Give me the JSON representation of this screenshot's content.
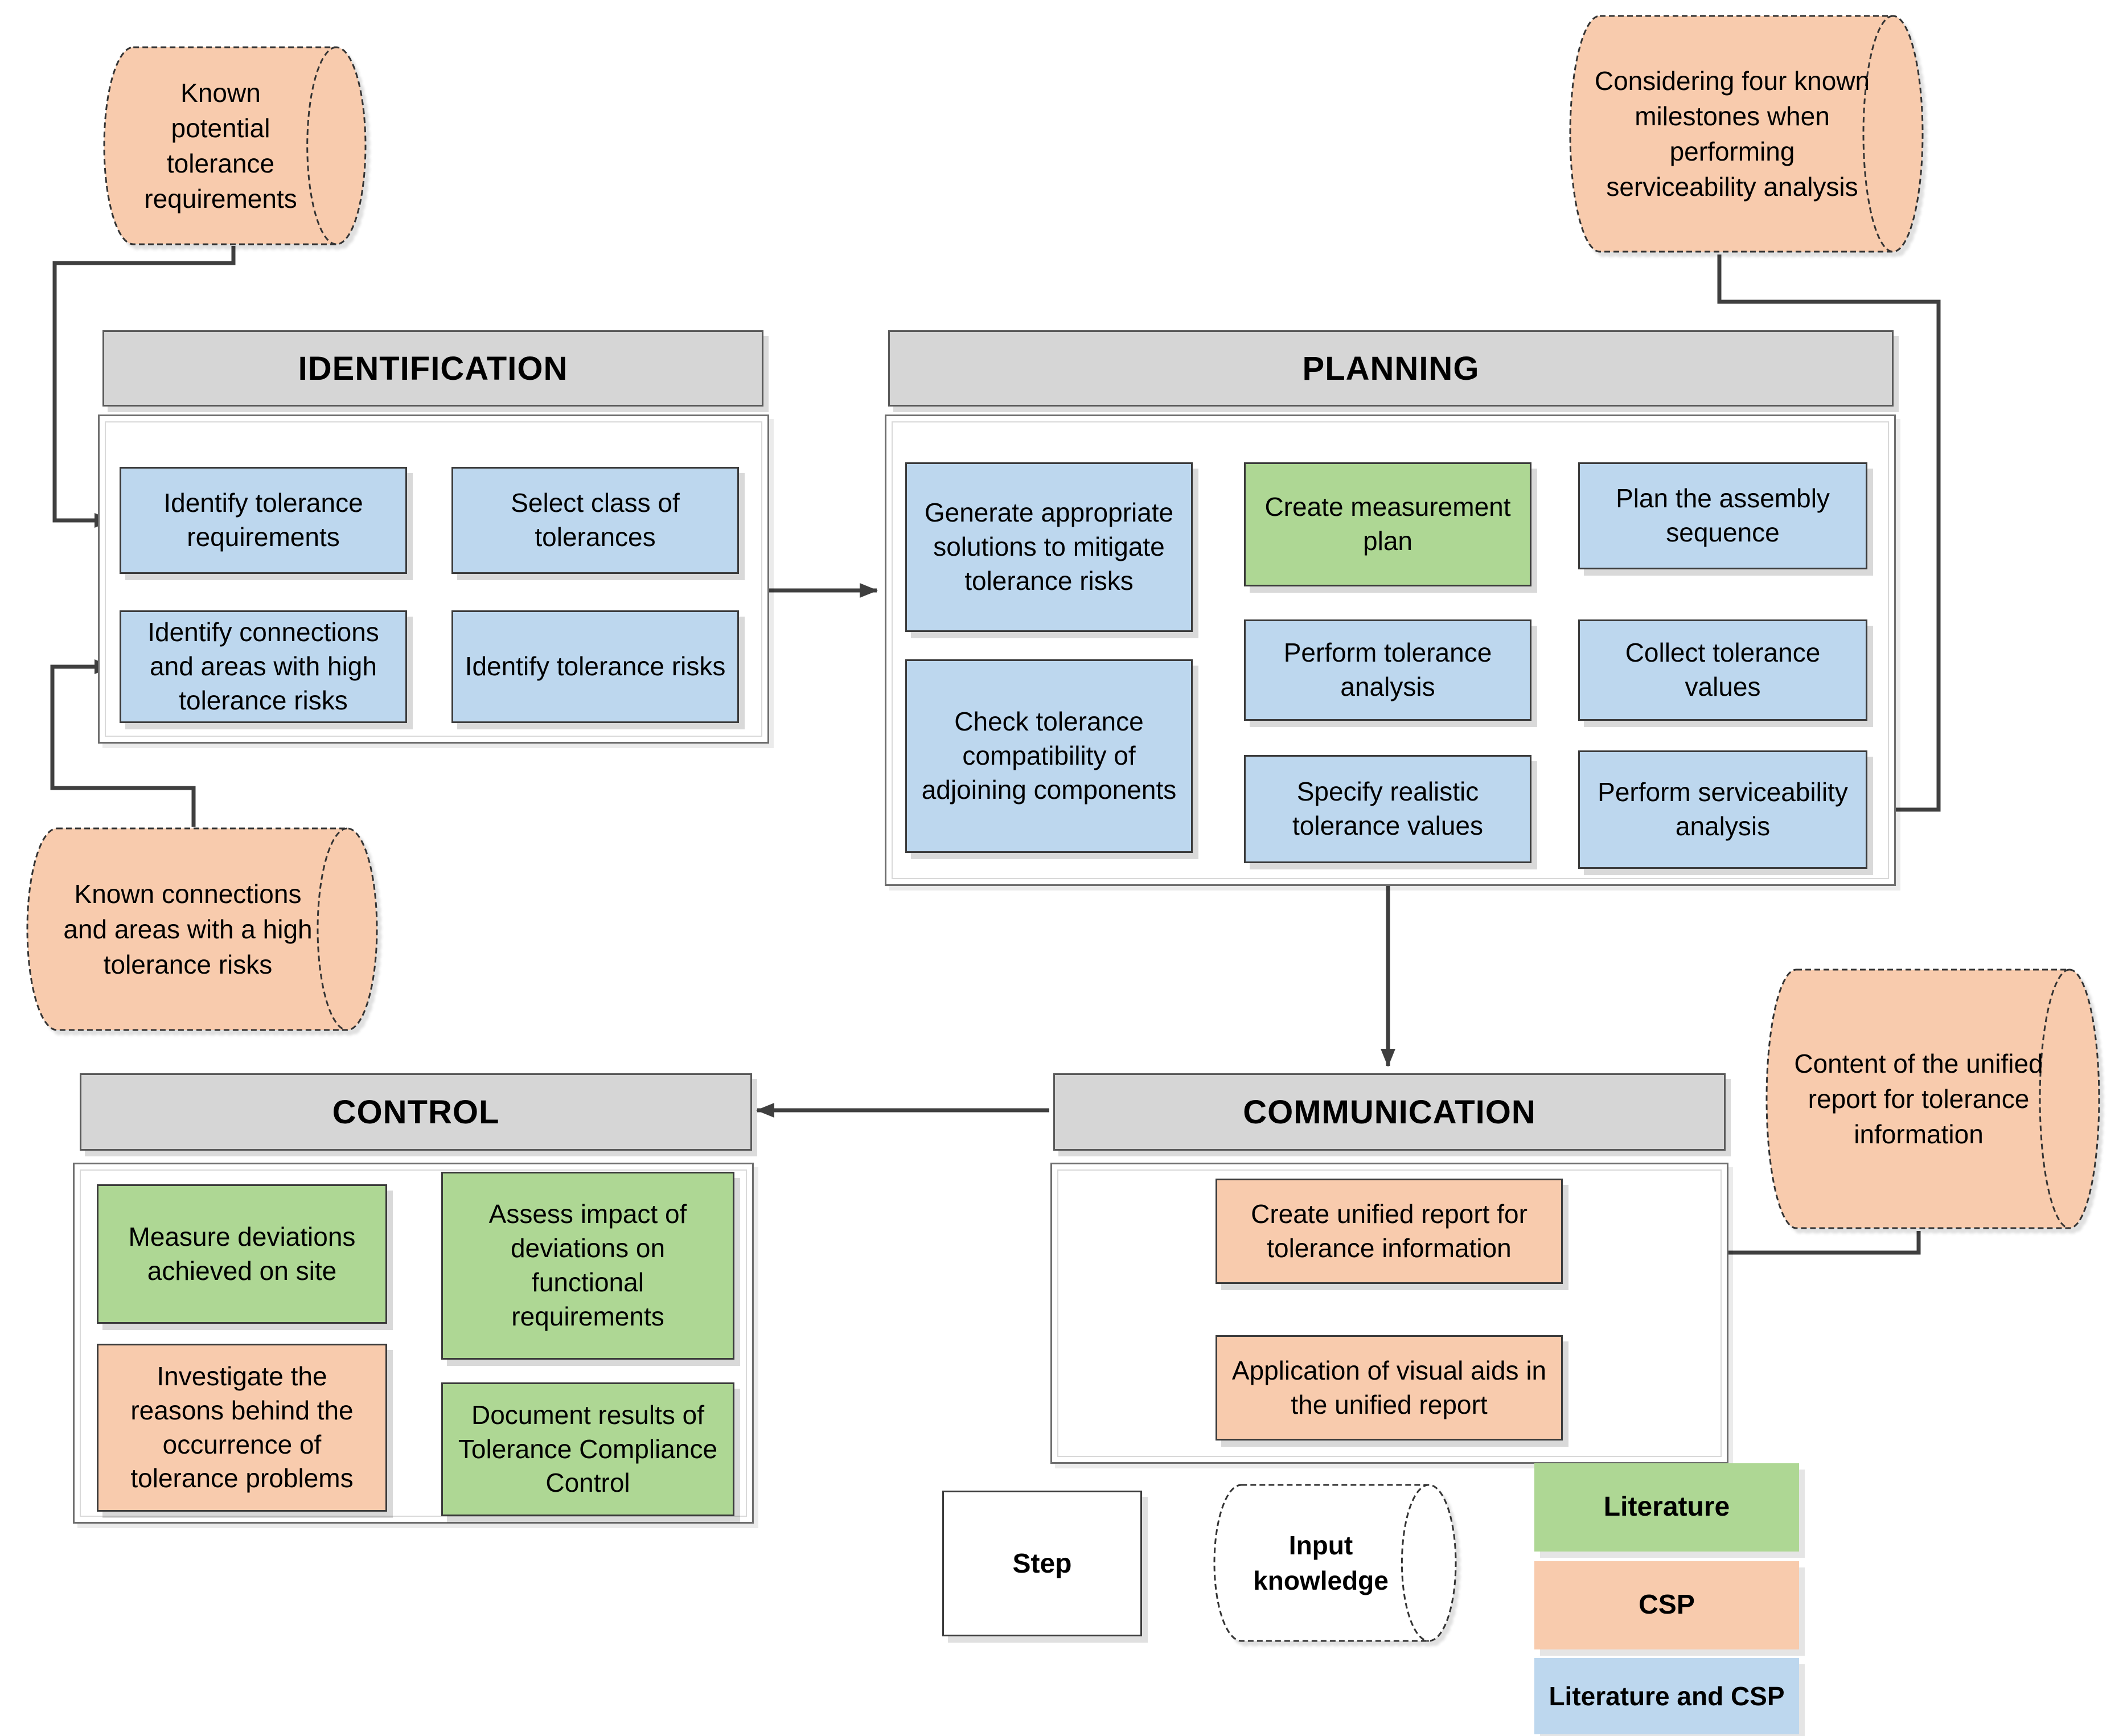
{
  "diagram_title": "Tolerance management process map",
  "colors": {
    "literature_green": "#aed794",
    "csp_peach": "#f8cbad",
    "literature_and_csp_blue": "#bdd7ee",
    "phase_header_grey": "#d6d6d6",
    "connector_grey": "#3f3f3f"
  },
  "inputs": {
    "known_potential": "Known potential tolerance requirements",
    "known_connections": "Known connections and areas with a high tolerance risks",
    "milestones": "Considering four known milestones when performing serviceability analysis",
    "report_content": "Content of the unified report for tolerance information"
  },
  "identification": {
    "title": "IDENTIFICATION",
    "steps": [
      "Identify  tolerance requirements",
      "Select class of tolerances",
      "Identify connections and areas with high tolerance risks",
      "Identify tolerance risks"
    ]
  },
  "planning": {
    "title": "PLANNING",
    "steps": [
      "Generate appropriate solutions to mitigate tolerance risks",
      "Check tolerance compatibility of adjoining components",
      "Create measurement plan",
      "Perform tolerance analysis",
      "Specify realistic tolerance values",
      "Plan the assembly sequence",
      "Collect tolerance values",
      "Perform serviceability analysis"
    ]
  },
  "control": {
    "title": "CONTROL",
    "steps": [
      "Measure deviations achieved on site",
      "Assess impact of deviations on functional requirements",
      "Investigate the reasons behind the occurrence of tolerance problems",
      "Document results of Tolerance Compliance Control"
    ]
  },
  "communication": {
    "title": "COMMUNICATION",
    "steps": [
      "Create unified report for tolerance information",
      "Application of visual aids in the unified report"
    ]
  },
  "legend": {
    "step": "Step",
    "input_knowledge": "Input knowledge",
    "literature": "Literature",
    "csp": "CSP",
    "literature_and_csp": "Literature and CSP"
  }
}
